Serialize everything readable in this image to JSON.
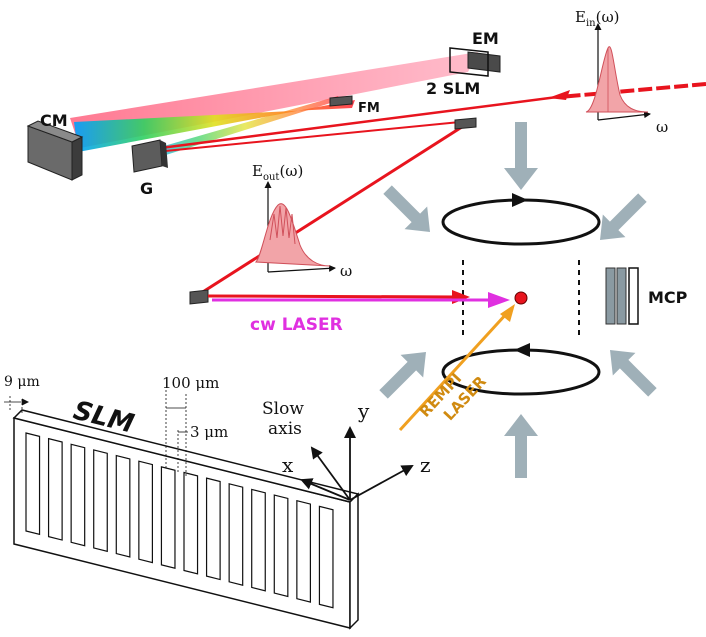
{
  "labels": {
    "cm": "CM",
    "g": "G",
    "fm": "FM",
    "em": "EM",
    "slm_top": "2 SLM",
    "e_in": "E",
    "e_in_sub": "in",
    "e_in_arg": "(ω)",
    "e_out": "E",
    "e_out_sub": "out",
    "e_out_arg": "(ω)",
    "omega_in": "ω",
    "omega_out": "ω",
    "cw": "cw",
    "laser": "LASER",
    "rempi": "REMPI",
    "rempi_laser": "LASER",
    "mcp": "MCP",
    "slm_big": "SLM",
    "pitch_9": "9 μm",
    "pitch_100": "100 μm",
    "gap_3": "3 μm",
    "slow": "Slow",
    "axis": "axis",
    "x": "x",
    "y": "y",
    "z": "z"
  },
  "colors": {
    "laser_red": "#e8141e",
    "cw_magenta": "#e030e0",
    "rempi_orange": "#f0a020",
    "gray_arrow": "#9fb0b8",
    "pulse_fill": "#f2a4a8",
    "mirror": "#555555"
  }
}
